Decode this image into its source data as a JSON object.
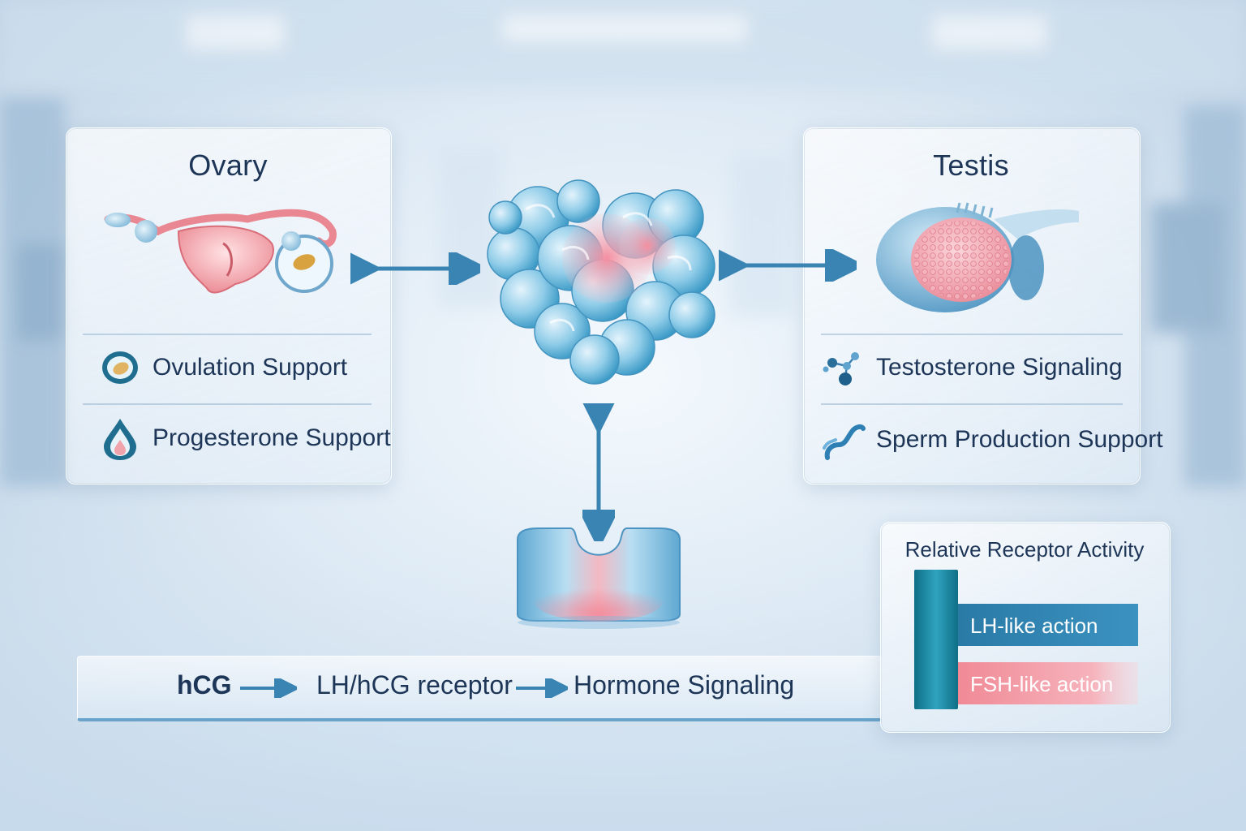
{
  "ovary_panel": {
    "title": "Ovary",
    "items": [
      {
        "label": "Ovulation Support",
        "icon": "follicle-icon"
      },
      {
        "label": "Progesterone Support",
        "icon": "droplet-icon"
      }
    ]
  },
  "testis_panel": {
    "title": "Testis",
    "items": [
      {
        "label": "Testosterone Signaling",
        "icon": "molecule-icon"
      },
      {
        "label": "Sperm Production Support",
        "icon": "sperm-icon"
      }
    ]
  },
  "center": {
    "molecule": "hcg-protein-structure",
    "receptor": "lh-hcg-receptor"
  },
  "flow": {
    "step1": "hCG",
    "step2": "LH/hCG receptor",
    "step3": "Hormone Signaling"
  },
  "chart_data": {
    "type": "bar",
    "title": "Relative Receptor Activity",
    "categories": [
      "LH-like action",
      "FSH-like action"
    ],
    "values": [
      1.0,
      1.0
    ],
    "colors": [
      "#2a7aa6",
      "#f08a96"
    ]
  },
  "colors": {
    "title_text": "#1d3557",
    "accent_blue": "#3a84b3",
    "accent_pink": "#ef8d98",
    "teal": "#157e94"
  }
}
